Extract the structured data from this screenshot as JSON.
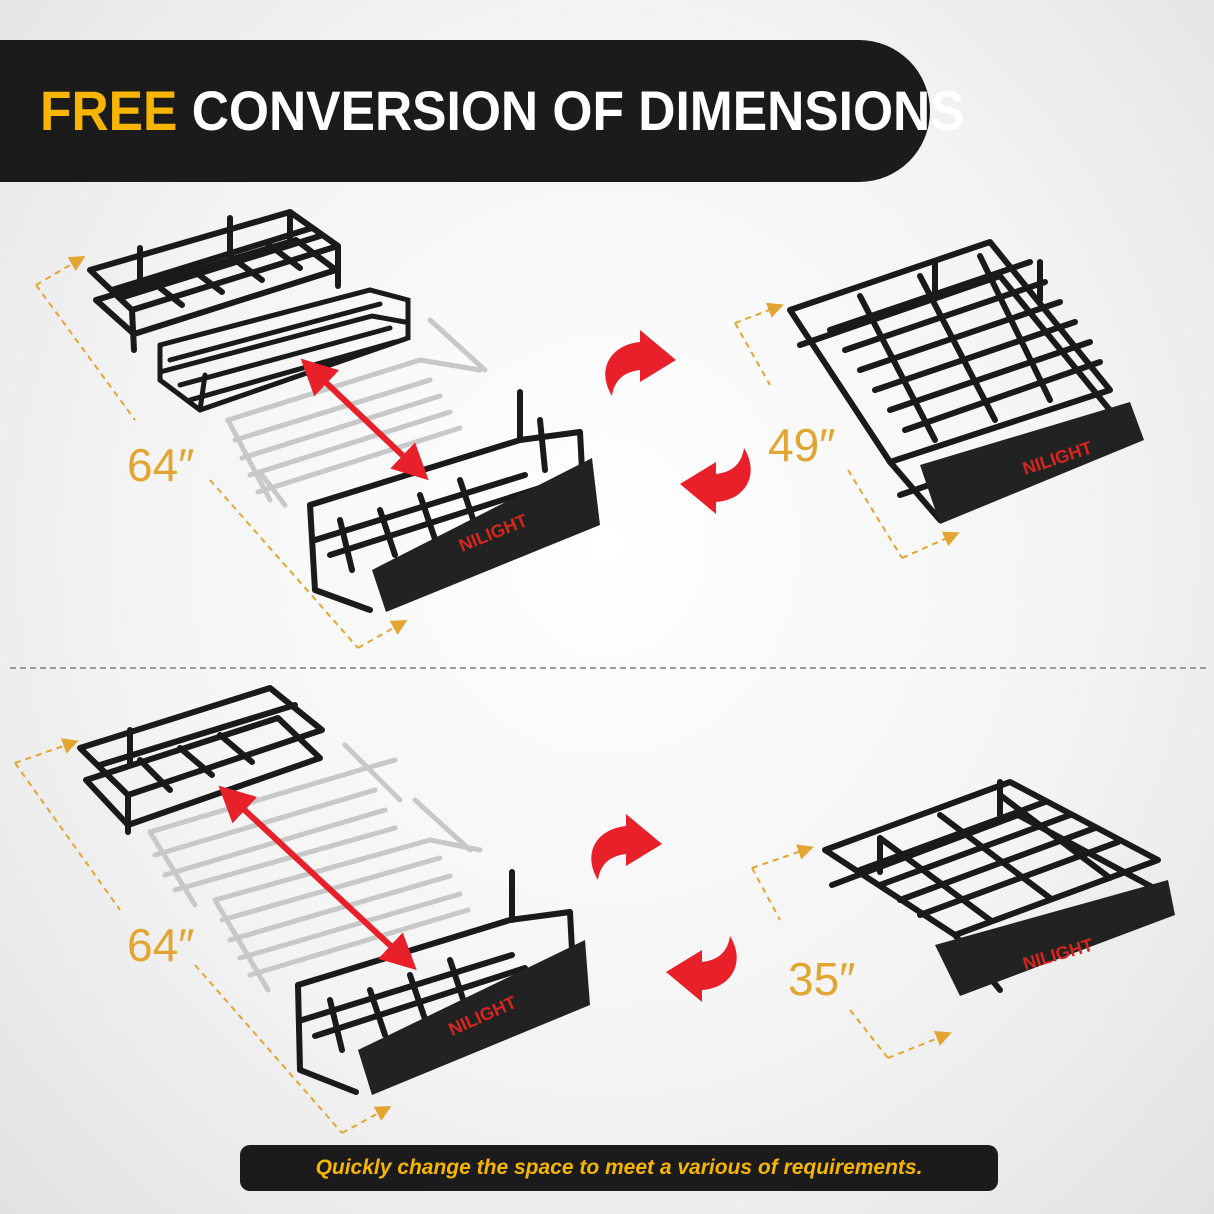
{
  "header": {
    "accent_word": "FREE",
    "rest": "CONVERSION OF DIMENSIONS",
    "accent_color": "#f7b500",
    "background_color": "#1b1b1b"
  },
  "top_section": {
    "expanded_length_label": "64″",
    "compact_length_label": "49″"
  },
  "bottom_section": {
    "expanded_length_label": "64″",
    "compact_length_label": "35″"
  },
  "brand_logo": "NILIGHT",
  "footer": {
    "caption": "Quickly change the space to meet a various of requirements."
  },
  "colors": {
    "dimension_line": "#e3a531",
    "arrow": "#e8202a",
    "rack": "#1a1a1a",
    "ghost_rack": "#c8c8c8"
  },
  "icons": [
    "curved-arrow-icon",
    "double-headed-arrow-icon",
    "cargo-basket-icon"
  ]
}
